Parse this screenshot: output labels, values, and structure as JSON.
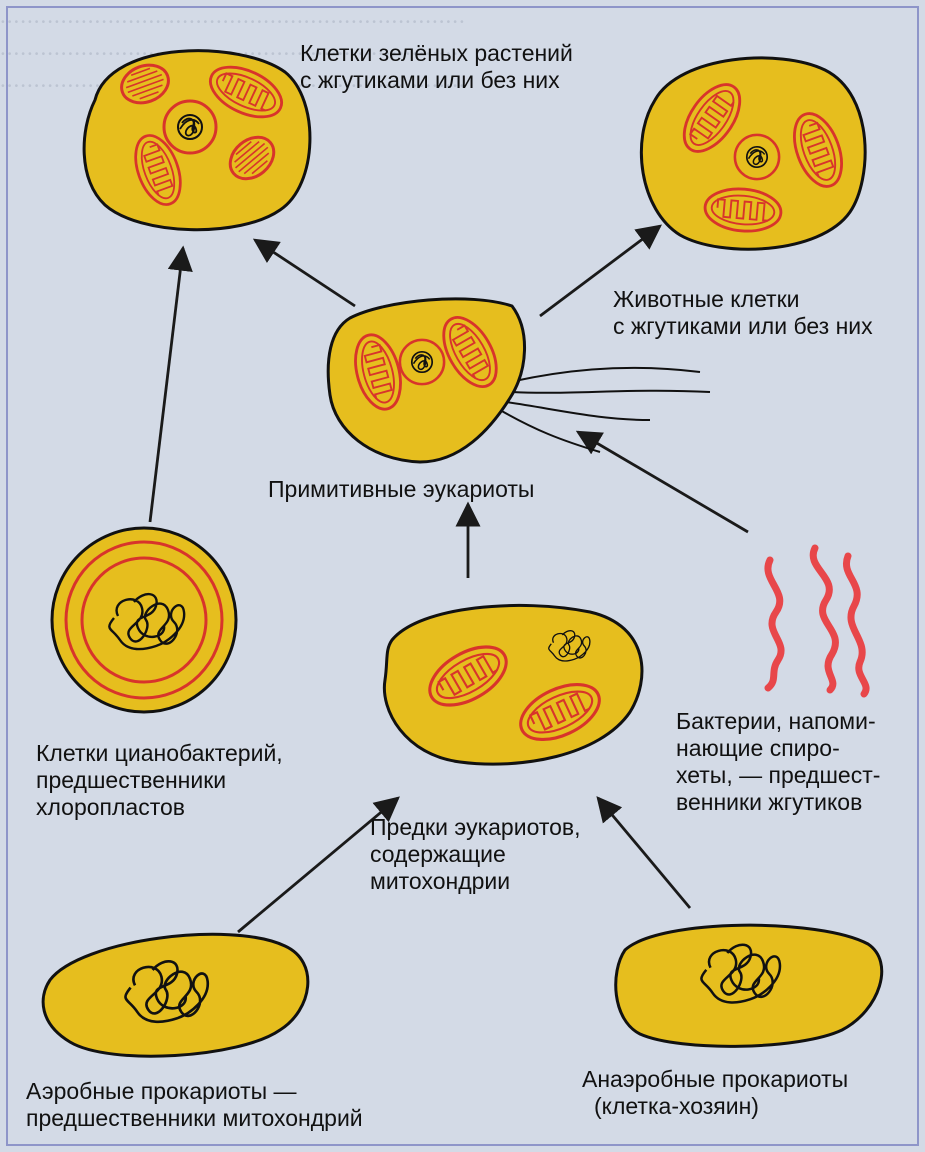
{
  "labels": {
    "green_plants": [
      "Клетки зелёных растений",
      "с жгутиками или без них"
    ],
    "animals": [
      "Животные клетки",
      "с жгутиками или без них"
    ],
    "primitive": "Примитивные эукариоты",
    "cyanobacteria": [
      "Клетки цианобактерий,",
      "предшественники",
      "хлоропластов"
    ],
    "ancestors": [
      "Предки эукариотов,",
      "содержащие",
      "митохондрии"
    ],
    "spirochetes": [
      "Бактерии, напоми-",
      "нающие спиро-",
      "хеты, — предшест-",
      "венники жгутиков"
    ],
    "aerobic": [
      "Аэробные прокариоты —",
      "предшественники митохондрий"
    ],
    "anaerobic": [
      "Анаэробные прокариоты",
      "(клетка-хозяин)"
    ]
  },
  "colors": {
    "cell_fill": "#e6be1e",
    "membrane_red": "#d8342b",
    "spirochete": "#e8474a",
    "outline": "#111111",
    "background": "#d3dae6"
  }
}
